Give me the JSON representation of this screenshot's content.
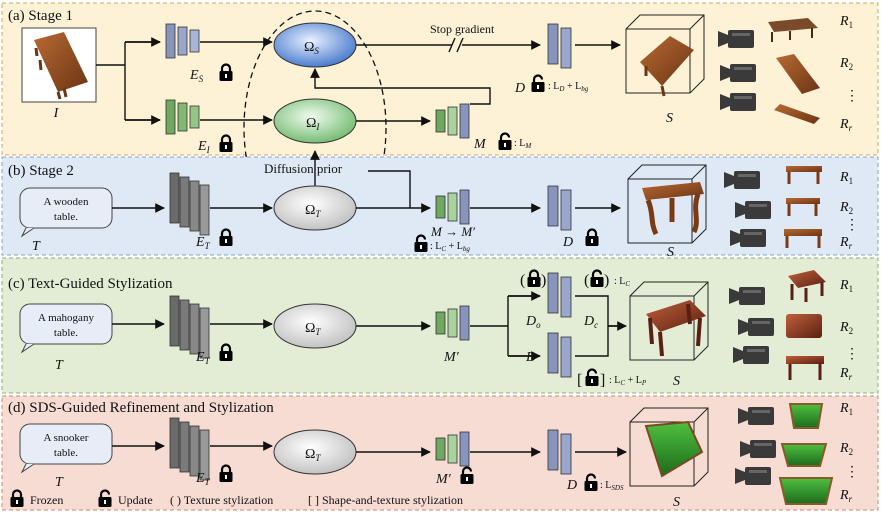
{
  "stages": [
    {
      "title": "(a) Stage 1"
    },
    {
      "title": "(b) Stage 2"
    },
    {
      "title": "(c) Text-Guided Stylization"
    },
    {
      "title": "(d) SDS-Guided Refinement and Stylization"
    }
  ],
  "a": {
    "input": "I",
    "es": "E",
    "es_sub": "S",
    "ei": "E",
    "ei_sub": "I",
    "omega_s": "Ω",
    "omega_s_sub": "S",
    "omega_i": "Ω",
    "omega_i_sub": "I",
    "stop_gradient": "Stop gradient",
    "d": "D",
    "d_loss": ": L",
    "d_loss_sub1": "D",
    "d_loss_plus": " + L",
    "d_loss_sub2": "bg",
    "m": "M",
    "m_loss": ": L",
    "m_loss_sub": "M",
    "s": "S",
    "r1": "R",
    "r1_sub": "1",
    "r2": "R",
    "r2_sub": "2",
    "rr": "R",
    "rr_sub": "r",
    "dots": "⋮"
  },
  "b": {
    "text_input": [
      "A wooden",
      "table."
    ],
    "t": "T",
    "et": "E",
    "et_sub": "T",
    "diffusion_prior": "Diffusion prior",
    "omega_t": "Ω",
    "omega_t_sub": "T",
    "m_map": "M → M′",
    "loss": ": L",
    "loss_sub1": "C",
    "loss_plus": " + L",
    "loss_sub2": "bg",
    "d": "D",
    "s": "S"
  },
  "c": {
    "text_input": [
      "A mahogany",
      "table."
    ],
    "t": "T",
    "et": "E",
    "et_sub": "T",
    "omega_t": "Ω",
    "omega_t_sub": "T",
    "m": "M′",
    "do": "D",
    "do_sub": "o",
    "dc": "D",
    "dc_sub": "c",
    "d": "D",
    "lc": ": L",
    "lc_sub": "C",
    "lcp": ": L",
    "lcp_sub1": "C",
    "lcp_plus": " + L",
    "lcp_sub2": "P",
    "s": "S",
    "open_paren": "(",
    "close_paren": ")",
    "open_bracket": "[",
    "close_bracket": "]"
  },
  "d": {
    "text_input": [
      "A snooker",
      "table."
    ],
    "t": "T",
    "et": "E",
    "et_sub": "T",
    "omega_t": "Ω",
    "omega_t_sub": "T",
    "m": "M′",
    "d": "D",
    "loss": ": L",
    "loss_sub": "SDS",
    "s": "S"
  },
  "legend": {
    "frozen": "Frozen",
    "update": "Update",
    "texture": "( ) Texture stylization",
    "shape_texture": "[ ] Shape-and-texture stylization"
  },
  "colors": {
    "stage_a_bg": "#fdf1d6",
    "stage_b_bg": "#dfe8f5",
    "stage_c_bg": "#e3edd6",
    "stage_d_bg": "#f7dcd3",
    "encoder_blue": "#8795bd",
    "encoder_green": "#7fb070",
    "encoder_gray": "#7a7a7a",
    "omega_s_fill": "#4b7fd0",
    "omega_i_fill": "#7cc07a",
    "omega_t_fill": "#c9c9c9",
    "wood": "#8a4a1f",
    "snooker_green": "#2e8b2e"
  }
}
